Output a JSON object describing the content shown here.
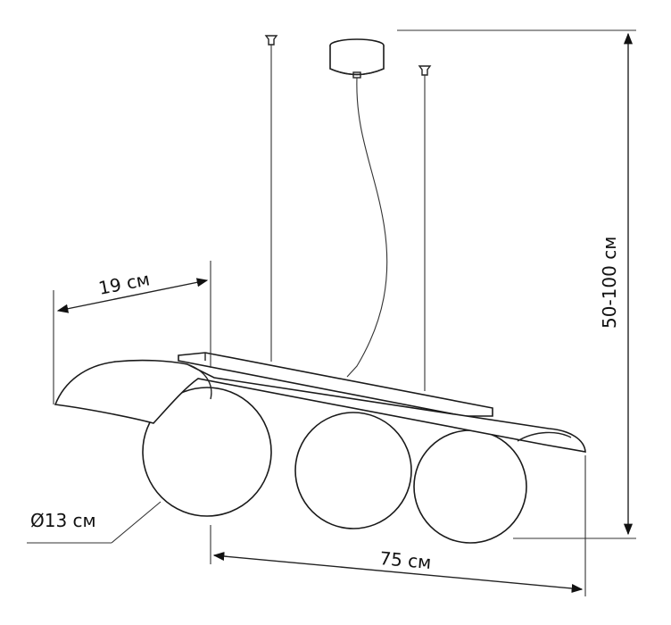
{
  "dimensions": {
    "depth": "19 см",
    "height": "50-100 см",
    "diameter": "Ø13 см",
    "length": "75 см"
  }
}
